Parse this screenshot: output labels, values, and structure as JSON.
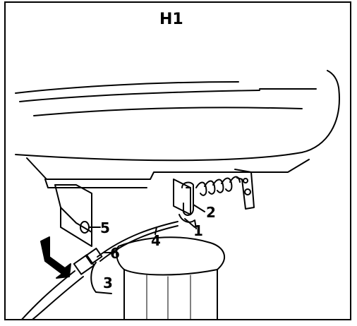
{
  "figure": {
    "title": "H1",
    "callouts": [
      {
        "id": "1",
        "text": "1"
      },
      {
        "id": "2",
        "text": "2"
      },
      {
        "id": "3",
        "text": "3"
      },
      {
        "id": "4",
        "text": "4"
      },
      {
        "id": "5",
        "text": "5"
      },
      {
        "id": "6",
        "text": "6"
      }
    ]
  }
}
